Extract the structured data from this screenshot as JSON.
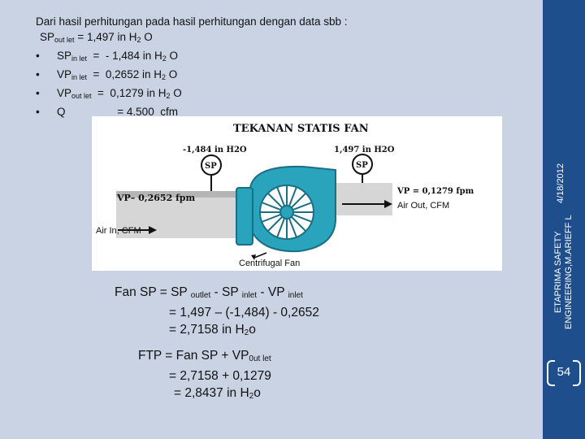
{
  "intro": {
    "heading": "Dari hasil perhitungan pada hasil perhitungan dengan data sbb :",
    "sp_outlet": {
      "label": "SP",
      "sub": "out let",
      "value": "=  1,497   in H",
      "unit_sub": "2",
      "unit_tail": " O"
    },
    "bullets": [
      {
        "marker": "•",
        "label": "SP",
        "sub": "in let",
        "value": "  =  - 1,484 in H",
        "unit_sub": "2",
        "unit_tail": " O"
      },
      {
        "marker": "•",
        "label": "VP",
        "sub": "in let",
        "value": "  =  0,2652 in H",
        "unit_sub": "2",
        "unit_tail": " O"
      },
      {
        "marker": "•",
        "label": "VP",
        "sub": "out let",
        "value": "  =  0,1279 in H",
        "unit_sub": "2",
        "unit_tail": " O"
      },
      {
        "marker": "•",
        "label": "Q",
        "sub": "",
        "value": "                 = 4.500  cfm",
        "unit_sub": "",
        "unit_tail": ""
      }
    ]
  },
  "figure": {
    "title": "TEKANAN STATIS FAN",
    "sp_in_label": "-1,484 in H2O",
    "sp_out_label": "1,497  in H2O",
    "gauge_label": "SP",
    "vp_in_label": "VP– 0,2652 fpm",
    "vp_out_label": "VP = 0,1279 fpm",
    "air_in_label": "Air In,   CFM",
    "air_out_label": "Air Out,   CFM",
    "fan_label": "Centrifugal Fan",
    "colors": {
      "fan": "#2aa3bd",
      "fan_dark": "#1b6f83",
      "pipe": "#cfcfcf",
      "gauge": "#111111"
    }
  },
  "calc1": {
    "l1_a": "Fan SP  =  SP ",
    "l1_s1": "outlet",
    "l1_b": "  - SP ",
    "l1_s2": "inlet",
    "l1_c": " - VP ",
    "l1_s3": "inlet",
    "l2": "= 1,497 – (-1,484)  - 0,2652",
    "l3_a": "=   2,7158   in H",
    "l3_sub": "2",
    "l3_b": "o"
  },
  "calc2": {
    "l1_a": "FTP  = Fan SP  +  VP",
    "l1_sub": "0ut let",
    "l2": "= 2,7158 + 0,1279",
    "l3_a": "= 2,8437  in H",
    "l3_sub": "2",
    "l3_b": "o"
  },
  "footer": {
    "date": "4/18/2012",
    "author_line1": "ETAPRIMA SAFETY",
    "author_line2": "ENGINEERING,M.ARIEFF L",
    "page_number": "54"
  }
}
